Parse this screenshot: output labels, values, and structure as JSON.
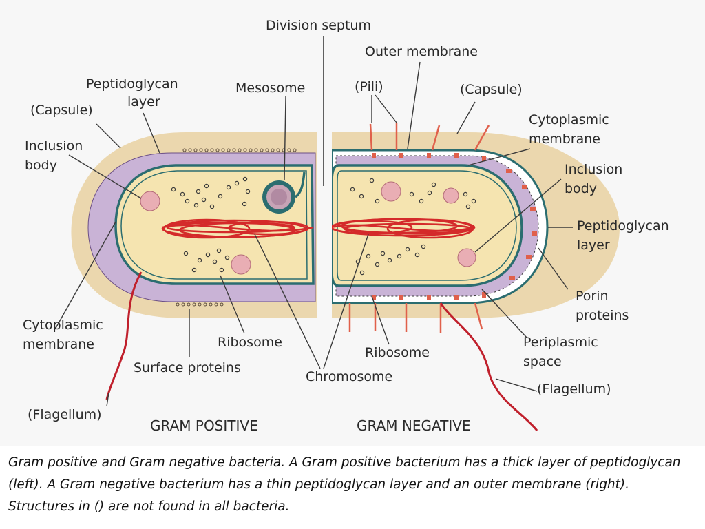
{
  "labels": {
    "division_septum": "Division septum",
    "outer_membrane": "Outer membrane",
    "mesosome": "Mesosome",
    "pili": "(Pili)",
    "capsule_right": "(Capsule)",
    "peptidoglycan_left_1": "Peptidoglycan",
    "peptidoglycan_left_2": "layer",
    "capsule_left": "(Capsule)",
    "cytoplasmic_right_1": "Cytoplasmic",
    "cytoplasmic_right_2": "membrane",
    "inclusion_left_1": "Inclusion",
    "inclusion_left_2": "body",
    "inclusion_right_1": "Inclusion",
    "inclusion_right_2": "body",
    "peptidoglycan_right_1": "Peptidoglycan",
    "peptidoglycan_right_2": "layer",
    "porin_1": "Porin",
    "porin_2": "proteins",
    "cytoplasmic_left_1": "Cytoplasmic",
    "cytoplasmic_left_2": "membrane",
    "ribosome_left": "Ribosome",
    "ribosome_right": "Ribosome",
    "periplasmic_1": "Periplasmic",
    "periplasmic_2": "space",
    "surface_proteins": "Surface proteins",
    "chromosome": "Chromosome",
    "flagellum_right": "(Flagellum)",
    "flagellum_left": "(Flagellum)",
    "gram_positive": "GRAM POSITIVE",
    "gram_negative": "GRAM NEGATIVE"
  },
  "caption": "Gram positive and Gram negative bacteria. A Gram positive bacterium has a thick layer of peptidoglycan (left). A Gram negative bacterium has a thin peptidoglycan layer and an outer membrane (right). Structures in () are not found in all bacteria.",
  "colors": {
    "capsule": "#ebd7ae",
    "peptidoglycan": "#c9b3d6",
    "cytoplasm": "#f5e4b0",
    "membrane": "#2b6d70",
    "chromosome": "#d42a2a",
    "inclusion": "#e9aeb4",
    "pili": "#e0604b",
    "background": "#f7f7f7"
  }
}
